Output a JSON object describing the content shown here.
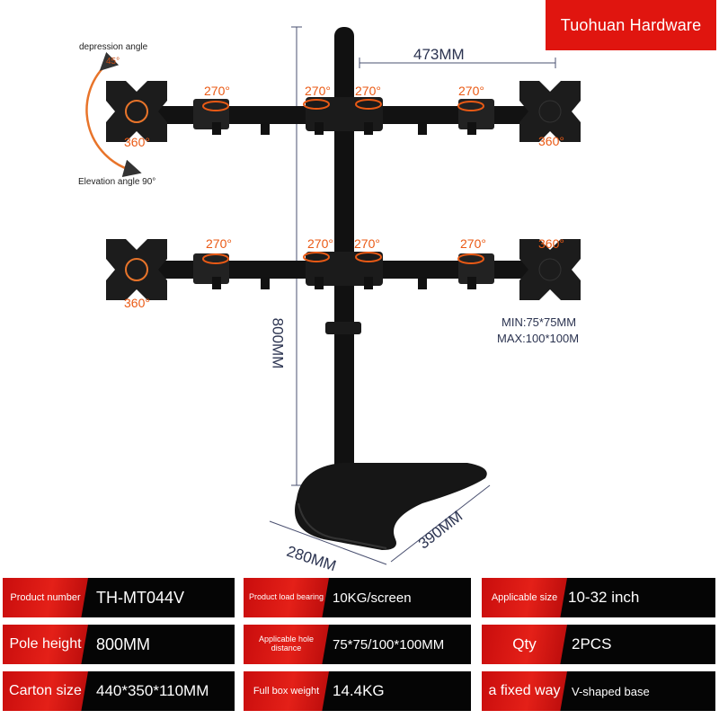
{
  "brand": "Tuohuan Hardware",
  "annotations": {
    "depression_angle": "depression angle",
    "depression_value": "45°",
    "elevation_angle": "Elevation angle 90°",
    "r270": "270°",
    "r360": "360°",
    "width_dim": "473MM",
    "height_dim": "800MM",
    "base_depth": "390MM",
    "base_width": "280MM",
    "vesa_min": "MIN:75*75MM",
    "vesa_max": "MAX:100*100M"
  },
  "colors": {
    "accent": "#e0150f",
    "rotation": "#ea5a15",
    "dimension": "#2b3350"
  },
  "specs": [
    {
      "label": "Product number",
      "value": "TH-MT044V"
    },
    {
      "label": "Product load bearing",
      "value": "10KG/screen"
    },
    {
      "label": "Applicable size",
      "value": "10-32 inch"
    },
    {
      "label": "Pole height",
      "value": "800MM"
    },
    {
      "label": "Applicable hole distance",
      "value": "75*75/100*100MM"
    },
    {
      "label": "Qty",
      "value": "2PCS"
    },
    {
      "label": "Carton size",
      "value": "440*350*110MM"
    },
    {
      "label": "Full box weight",
      "value": "14.4KG"
    },
    {
      "label": "a fixed way",
      "value": "V-shaped base"
    }
  ]
}
